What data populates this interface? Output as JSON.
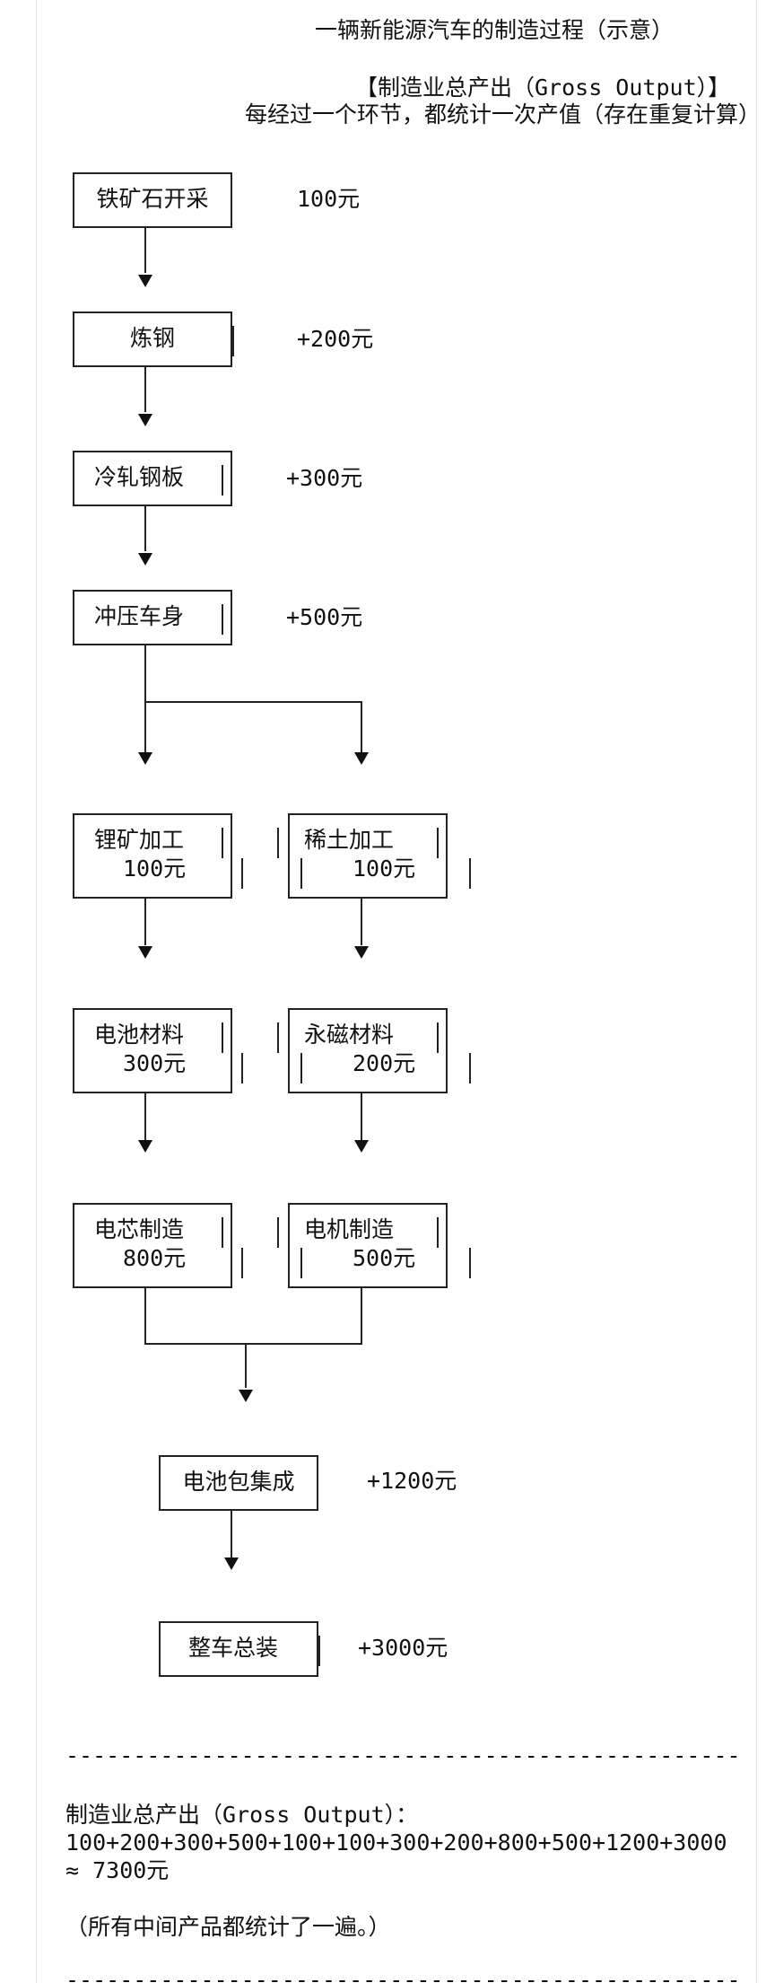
{
  "title": "一辆新能源汽车的制造过程（示意）",
  "subtitle_1": "【制造业总产出（Gross Output）】",
  "subtitle_2": "每经过一个环节，都统计一次产值（存在重复计算）",
  "steps": [
    {
      "label": "铁矿石开采",
      "amount": "100元"
    },
    {
      "label": "炼钢",
      "amount": "+200元"
    },
    {
      "label": "冷轧钢板",
      "amount": "+300元"
    },
    {
      "label": "冲压车身",
      "amount": "+500元"
    }
  ],
  "branch_left": [
    {
      "label": "锂矿加工",
      "value": "100元"
    },
    {
      "label": "电池材料",
      "value": "300元"
    },
    {
      "label": "电芯制造",
      "value": "800元"
    }
  ],
  "branch_right": [
    {
      "label": "稀土加工",
      "value": "100元"
    },
    {
      "label": "永磁材料",
      "value": "200元"
    },
    {
      "label": "电机制造",
      "value": "500元"
    }
  ],
  "final_steps": [
    {
      "label": "电池包集成",
      "amount": "+1200元"
    },
    {
      "label": "整车总装",
      "amount": "+3000元"
    }
  ],
  "divider": "--------------------------------------------------",
  "summary": {
    "heading": "制造业总产出（Gross Output）：",
    "formula": "100+200+300+500+100+100+300+200+800+500+1200+3000",
    "total": "≈ 7300元",
    "note": "（所有中间产品都统计了一遍。）"
  }
}
